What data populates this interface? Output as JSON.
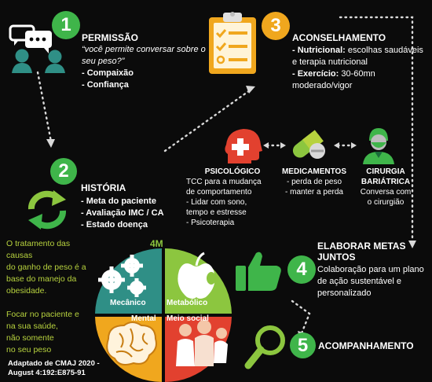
{
  "steps": {
    "s1": {
      "num": "1",
      "title": "PERMISSÃO",
      "quote": "“você permite conversar sobre o seu peso?”",
      "items": [
        "- Compaixão",
        "- Confiança"
      ]
    },
    "s2": {
      "num": "2",
      "title": "HISTÓRIA",
      "items": [
        "- Meta do paciente",
        "- Avaliação IMC / CA",
        "- Estado doença"
      ]
    },
    "s3": {
      "num": "3",
      "title": "ACONSELHAMENTO",
      "line1_label": "- Nutricional:",
      "line1_text": " escolhas saudáveis",
      "line2": "e terapia nutricional",
      "line3_label": "- Exercício:",
      "line3_text": " 30-60mn moderado/vigor"
    },
    "s4": {
      "num": "4",
      "title": "ELABORAR METAS JUNTOS",
      "text": "Colaboração para um plano de ação sustentável e personalizado"
    },
    "s5": {
      "num": "5",
      "title": "ACOMPANHAMENTO"
    }
  },
  "treatments": {
    "psico": {
      "title": "PSICOLÓGICO",
      "lines": [
        "TCC para a mudança",
        "de comportamento",
        "- Lidar com sono,",
        "tempo e estresse",
        "- Psicoterapia"
      ]
    },
    "medic": {
      "title": "MEDICAMENTOS",
      "lines": [
        "- perda de peso",
        "- manter a perda"
      ]
    },
    "cirur": {
      "title1": "CIRURGIA",
      "title2": "BARIÁTRICA",
      "lines": [
        "Conversa com",
        "o cirurgião"
      ]
    }
  },
  "side_note": {
    "p1": [
      "O tratamento das causas",
      "do ganho de peso é a",
      "base do manejo da",
      "obesidade."
    ],
    "p2": [
      "Focar no paciente e",
      "na sua saúde,",
      "não somente",
      "no seu peso"
    ]
  },
  "four_m": {
    "title": "4M",
    "q1": "Mecânico",
    "q2": "Metabólico",
    "q3": "Mental",
    "q4": "Meio social"
  },
  "citation": {
    "line1": "Adaptado de CMAJ 2020 -",
    "line2": "August 4:192:E875-91"
  },
  "colors": {
    "green": "#3fb54a",
    "orange": "#f0a71e",
    "red": "#e2412f",
    "teal": "#2f8f86",
    "yellow_green": "#b7d23e"
  }
}
